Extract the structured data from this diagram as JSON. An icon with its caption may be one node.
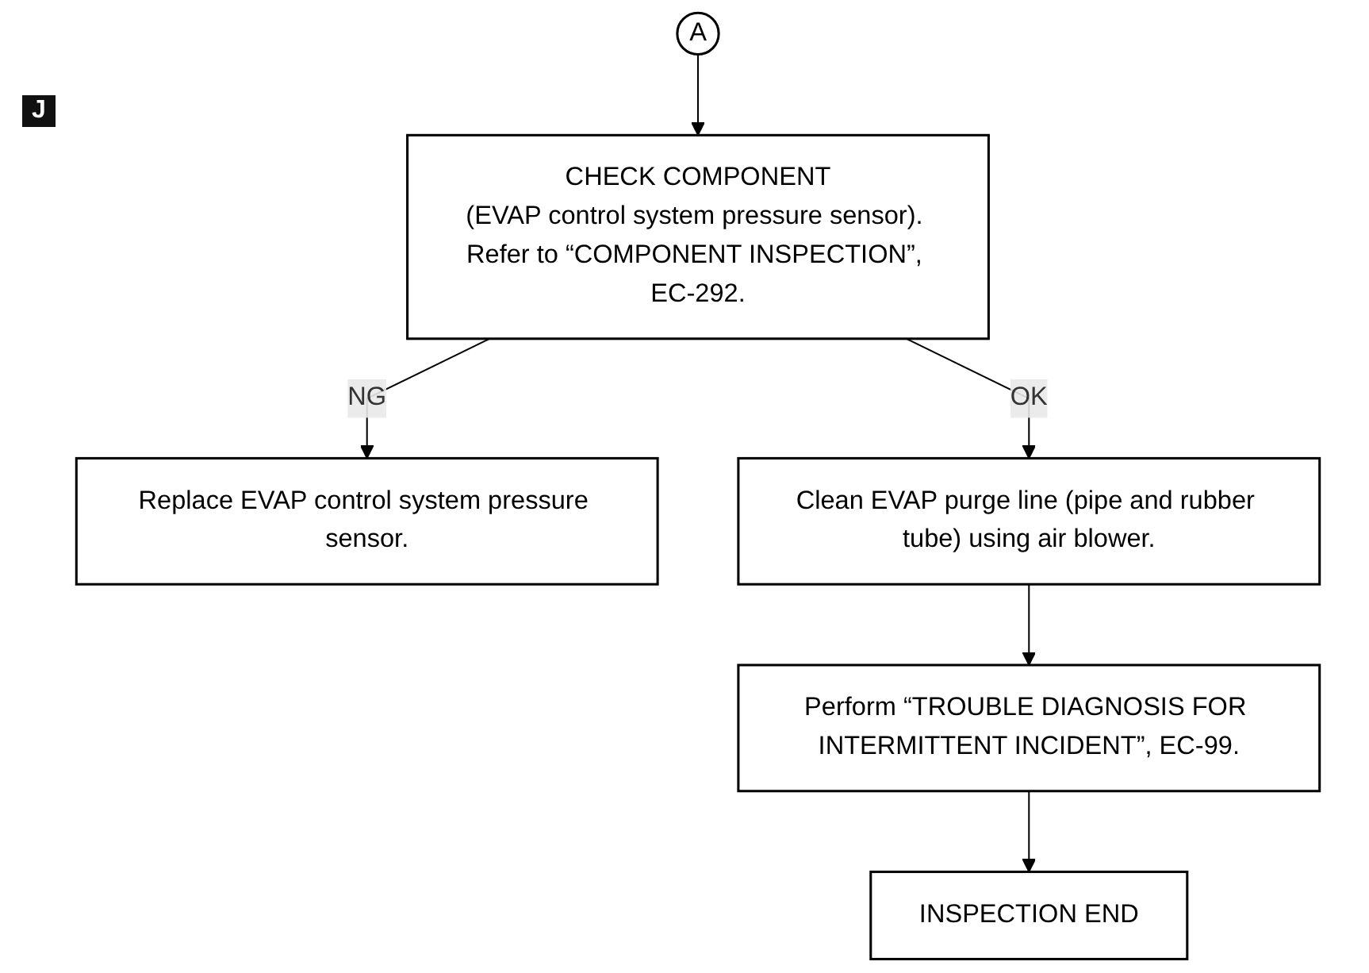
{
  "diagram": {
    "nodes": [
      {
        "text": [
          "A"
        ]
      },
      {
        "text": [
          "CHECK COMPONENT",
          "(EVAP control system pressure sensor). Refer to “COMPONENT INSPECTION”, EC-292."
        ]
      },
      {
        "text": [
          "Replace EVAP control system pressure sensor."
        ]
      },
      {
        "text": [
          "Clean EVAP purge line (pipe and rubber tube) using air blower."
        ]
      },
      {
        "text": [
          "Perform “TROUBLE DIAGNOSIS FOR INTERMITTENT INCIDENT”, EC-99."
        ]
      },
      {
        "text": [
          "INSPECTION END"
        ]
      }
    ],
    "edges": [
      {
        "from": 0,
        "to": 1,
        "arrow": "to"
      },
      {
        "from": 1,
        "to": 2,
        "label": "NG",
        "arrow": "to"
      },
      {
        "from": 1,
        "to": 3,
        "label": "OK",
        "arrow": "to"
      },
      {
        "from": 3,
        "to": 4,
        "arrow": "to"
      },
      {
        "from": 4,
        "to": 5,
        "arrow": "to"
      }
    ],
    "labels": [
      "J"
    ]
  }
}
